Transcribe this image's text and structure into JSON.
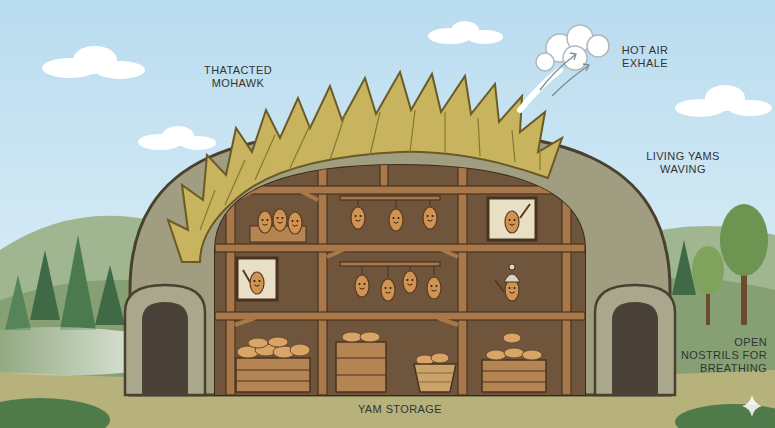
{
  "diagram": {
    "labels": [
      "THATACTED MOHAWK",
      "HOT AIR EXHALE",
      "LIVING YAMS WAVING",
      "OPEN NOSTRILS FOR BREATHING",
      "YAM STORAGE"
    ]
  }
}
